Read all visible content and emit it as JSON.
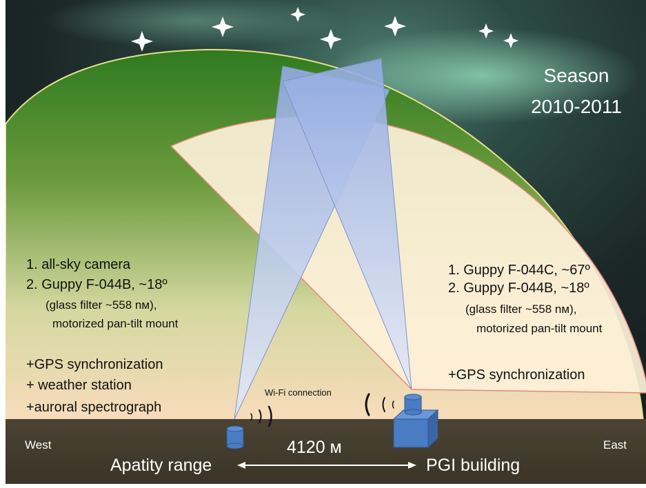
{
  "season": {
    "line1": "Season",
    "line2": "2010-2011"
  },
  "left_station": {
    "items": [
      "1. all-sky camera",
      "2. Guppy F-044B, ~18º"
    ],
    "filter": "(glass filter ~558 nм),",
    "mount": "motorized pan-tilt mount",
    "extras": [
      "+GPS synchronization",
      "+ weather station",
      "+auroral spectrograph"
    ]
  },
  "right_station": {
    "items": [
      "1. Guppy F-044C, ~67º",
      "2. Guppy F-044B, ~18º"
    ],
    "filter": "(glass filter ~558 nм),",
    "mount": "motorized pan-tilt mount",
    "extras": [
      "+GPS synchronization"
    ]
  },
  "wifi_label": "Wi-Fi connection",
  "ground": {
    "west": "West",
    "east": "East",
    "left_site": "Apatity range",
    "right_site": "PGI building",
    "distance": "4120 м"
  },
  "colors": {
    "sky": "#1a2a2a",
    "dome_top": "#2e7a22",
    "dome_bottom": "#f7dcb8",
    "fan": "#fdf0d8",
    "beam": "#9fb5e6",
    "ground": "#463e2e",
    "camera": "#4a7cc4"
  }
}
